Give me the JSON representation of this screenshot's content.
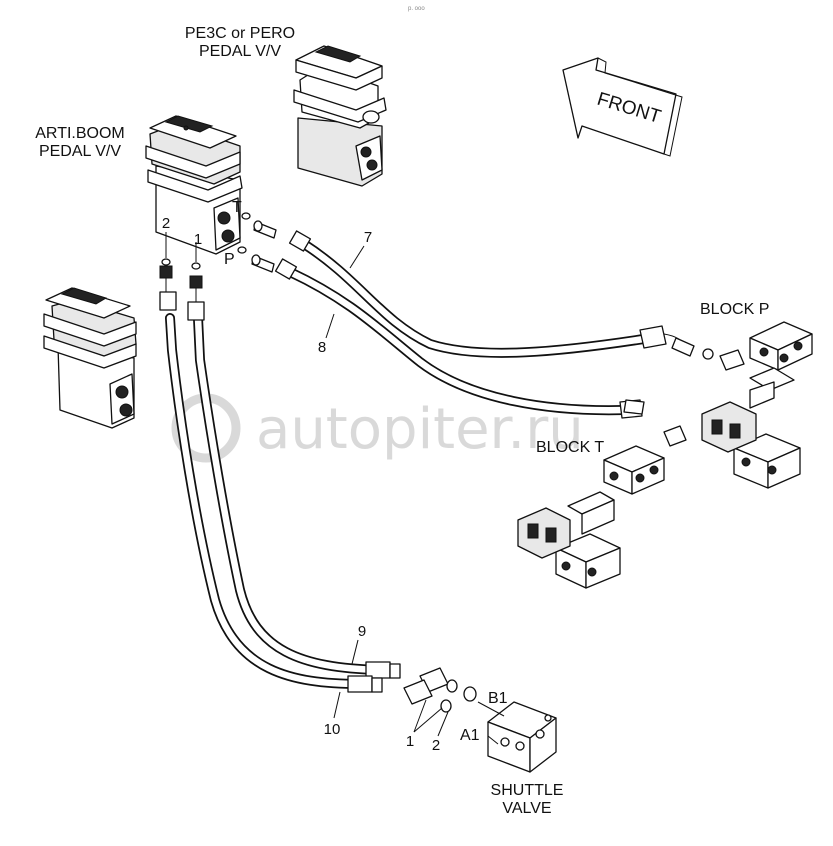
{
  "labels": {
    "pedal_pe3c": [
      "PE3C or PERO",
      "PEDAL V/V"
    ],
    "pedal_arti": [
      "ARTI.BOOM",
      "PEDAL V/V"
    ],
    "front": "FRONT",
    "block_p": "BLOCK P",
    "block_t": "BLOCK T",
    "shuttle": [
      "SHUTTLE",
      "VALVE"
    ],
    "port_t": "T",
    "port_p": "P",
    "port_b1": "B1",
    "port_a1": "A1"
  },
  "callouts": {
    "pedal_2": "2",
    "pedal_1": "1",
    "hose_7": "7",
    "hose_8": "8",
    "hose_9": "9",
    "hose_10": "10",
    "shuttle_1": "1",
    "shuttle_2": "2"
  },
  "watermark": "autopiter.ru",
  "top_mark": "p. ooo"
}
